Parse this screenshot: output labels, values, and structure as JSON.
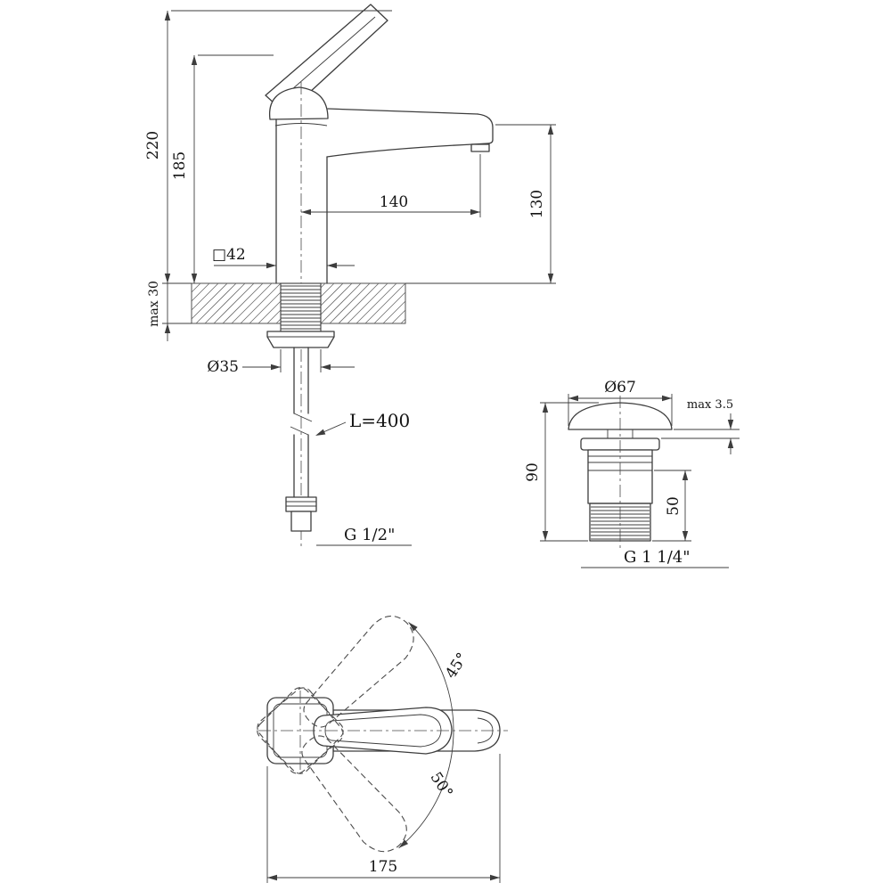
{
  "meta": {
    "drawing_type": "faucet dimensional technical drawing",
    "line_color": "#3d3d3d",
    "background_color": "#ffffff"
  },
  "front_view": {
    "dim_total_height": "220",
    "dim_body_height": "185",
    "dim_spout_reach": "140",
    "dim_spout_height": "130",
    "dim_body_section": "□42",
    "dim_deck_thickness": "max 30",
    "dim_shank_diameter": "Ø35",
    "dim_hose_length": "L=400",
    "dim_hose_thread": "G 1/2\""
  },
  "drain_view": {
    "dim_cap_diameter": "Ø67",
    "dim_deck_lip": "max 3.5",
    "dim_total_height": "90",
    "dim_thread_length": "50",
    "dim_thread": "G 1 1/4\""
  },
  "top_view": {
    "dim_handle_angle_up": "45°",
    "dim_handle_angle_down": "50°",
    "dim_overall_length": "175"
  }
}
